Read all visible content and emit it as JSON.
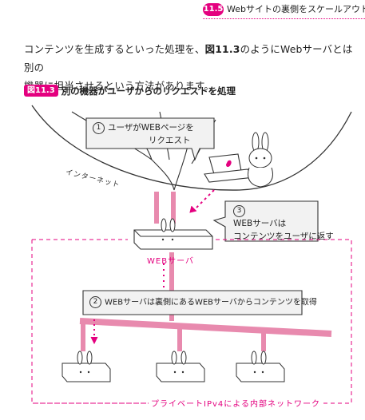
{
  "header": {
    "section_number": "11.5",
    "section_title": "Webサイトの裏側をスケールアウト"
  },
  "paragraph": {
    "line1_a": "コンテンツを生成するといった処理を、",
    "line1_ref": "図11.3",
    "line1_b": "のようにWebサーバとは別の",
    "line2": "機器に担当させるという方法があります。"
  },
  "figure": {
    "label": "図11.3",
    "caption": "別の機器がユーザからのリクエストを処理"
  },
  "diagram": {
    "internet_label": "インターネット",
    "step1_number": "1",
    "step1_line1": "ユーザがWEBページを",
    "step1_line2": "リクエスト",
    "step3_number": "3",
    "step3_line1": "WEBサーバは",
    "step3_line2": "コンテンツをユーザに返す",
    "web_server_label": "WEBサーバ",
    "step2_number": "2",
    "step2_text": "WEBサーバは裏側にあるWEBサーバからコンテンツを取得",
    "private_network_label": "プライベートIPv4による内部ネットワーク"
  },
  "colors": {
    "accent": "#e4007f",
    "pink_line": "#e88aae"
  }
}
